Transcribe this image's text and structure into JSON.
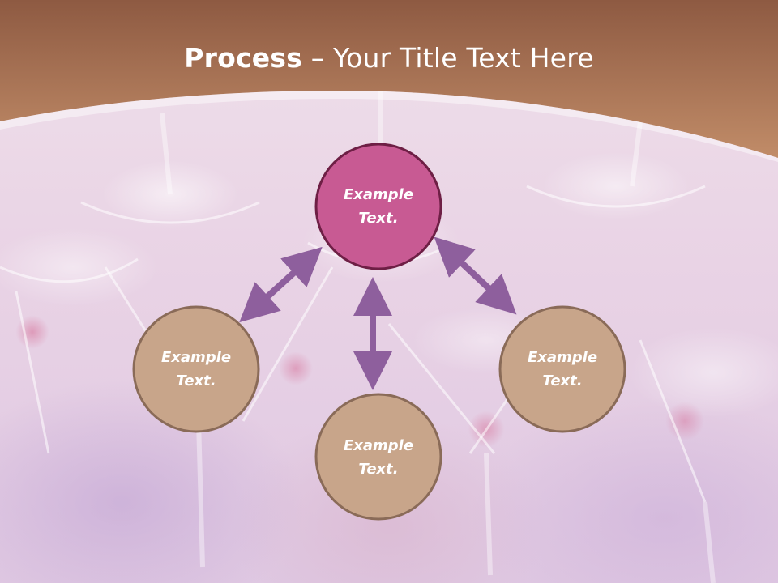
{
  "slide": {
    "title_bold": "Process",
    "title_separator": " – ",
    "title_rest": "Your Title Text Here"
  },
  "colors": {
    "header_band": "#a86d4f",
    "node_top_fill": "#c85a93",
    "node_top_stroke": "#6e1f45",
    "node_fill": "#c8a58a",
    "node_stroke": "#8a6b58",
    "arrow": "#8e5f9d",
    "text": "#ffffff"
  },
  "diagram": {
    "nodes": [
      {
        "id": "top",
        "line1": "Example",
        "line2": "Text."
      },
      {
        "id": "left",
        "line1": "Example",
        "line2": "Text."
      },
      {
        "id": "bottom",
        "line1": "Example",
        "line2": "Text."
      },
      {
        "id": "right",
        "line1": "Example",
        "line2": "Text."
      }
    ],
    "arrows": [
      {
        "from": "top",
        "to": "left",
        "type": "double-headed"
      },
      {
        "from": "top",
        "to": "bottom",
        "type": "double-headed"
      },
      {
        "from": "top",
        "to": "right",
        "type": "double-headed"
      }
    ]
  }
}
